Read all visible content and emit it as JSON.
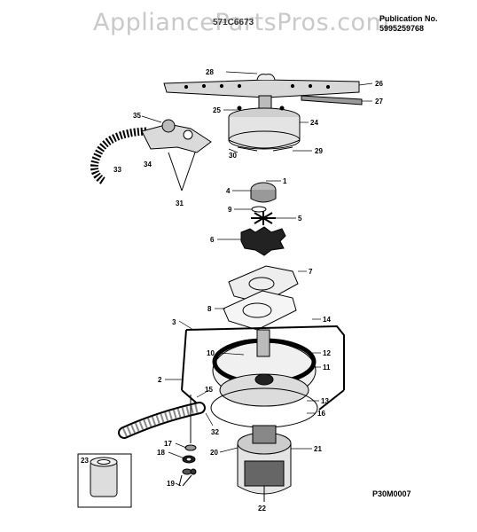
{
  "watermark": "AppliancePartsPros.com",
  "model_number": "571C6673",
  "publication": {
    "label": "Publication No.",
    "number": "5995259768"
  },
  "drawing_id": "P30M0007",
  "callouts": [
    "1",
    "2",
    "3",
    "4",
    "5",
    "6",
    "7",
    "8",
    "9",
    "10",
    "11",
    "12",
    "13",
    "14",
    "15",
    "16",
    "17",
    "18",
    "19",
    "20",
    "21",
    "22",
    "23",
    "24",
    "25",
    "26",
    "27",
    "28",
    "29",
    "30",
    "31",
    "32",
    "33",
    "34",
    "35"
  ]
}
